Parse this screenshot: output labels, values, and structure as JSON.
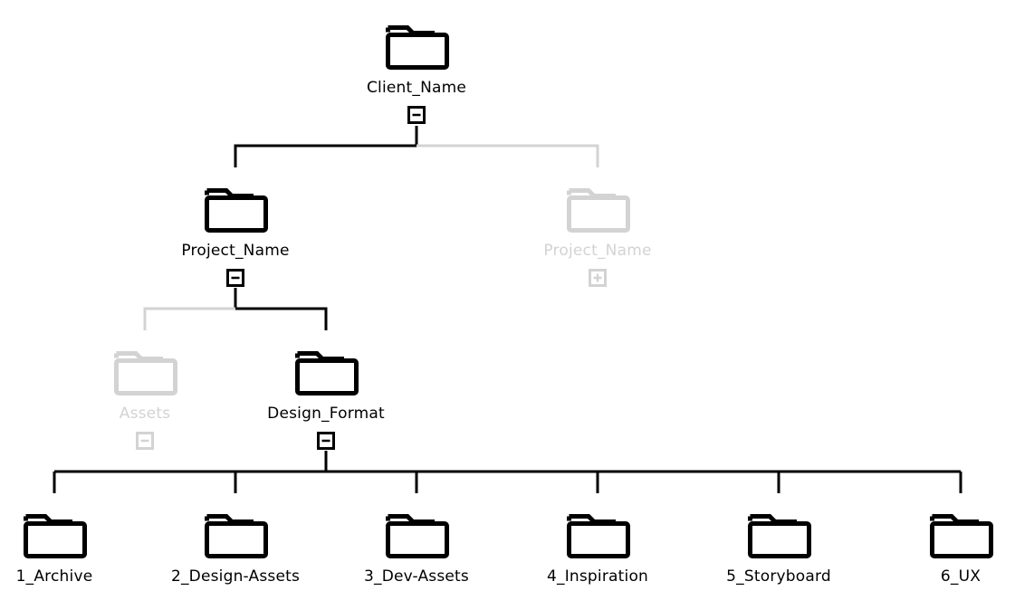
{
  "colors": {
    "active": "#000000",
    "inactive": "#d3d3d3",
    "background": "#ffffff"
  },
  "icons": {
    "folder": "folder-icon",
    "collapse": "minus-box-icon",
    "expand": "plus-box-icon"
  },
  "tree": {
    "root": {
      "label": "Client_Name",
      "state": "collapse",
      "active": true
    },
    "level1": [
      {
        "label": "Project_Name",
        "state": "collapse",
        "active": true
      },
      {
        "label": "Project_Name",
        "state": "expand",
        "active": false
      }
    ],
    "level2": [
      {
        "label": "Assets",
        "state": "collapse",
        "active": false
      },
      {
        "label": "Design_Format",
        "state": "collapse",
        "active": true
      }
    ],
    "level3": [
      {
        "label": "1_Archive",
        "active": true
      },
      {
        "label": "2_Design-Assets",
        "active": true
      },
      {
        "label": "3_Dev-Assets",
        "active": true
      },
      {
        "label": "4_Inspiration",
        "active": true
      },
      {
        "label": "5_Storyboard",
        "active": true
      },
      {
        "label": "6_UX",
        "active": true
      }
    ]
  }
}
